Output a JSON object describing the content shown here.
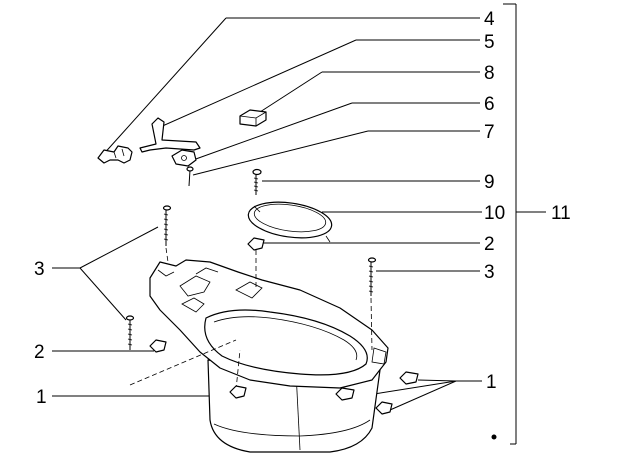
{
  "diagram": {
    "callouts": [
      {
        "id": "c4",
        "label": "4"
      },
      {
        "id": "c5",
        "label": "5"
      },
      {
        "id": "c8",
        "label": "8"
      },
      {
        "id": "c6",
        "label": "6"
      },
      {
        "id": "c7",
        "label": "7"
      },
      {
        "id": "c9",
        "label": "9"
      },
      {
        "id": "c10",
        "label": "10"
      },
      {
        "id": "c11",
        "label": "11"
      },
      {
        "id": "c2r",
        "label": "2"
      },
      {
        "id": "c3r",
        "label": "3"
      },
      {
        "id": "c3l",
        "label": "3"
      },
      {
        "id": "c2l",
        "label": "2"
      },
      {
        "id": "c1l",
        "label": "1"
      },
      {
        "id": "c1r",
        "label": "1"
      }
    ]
  }
}
